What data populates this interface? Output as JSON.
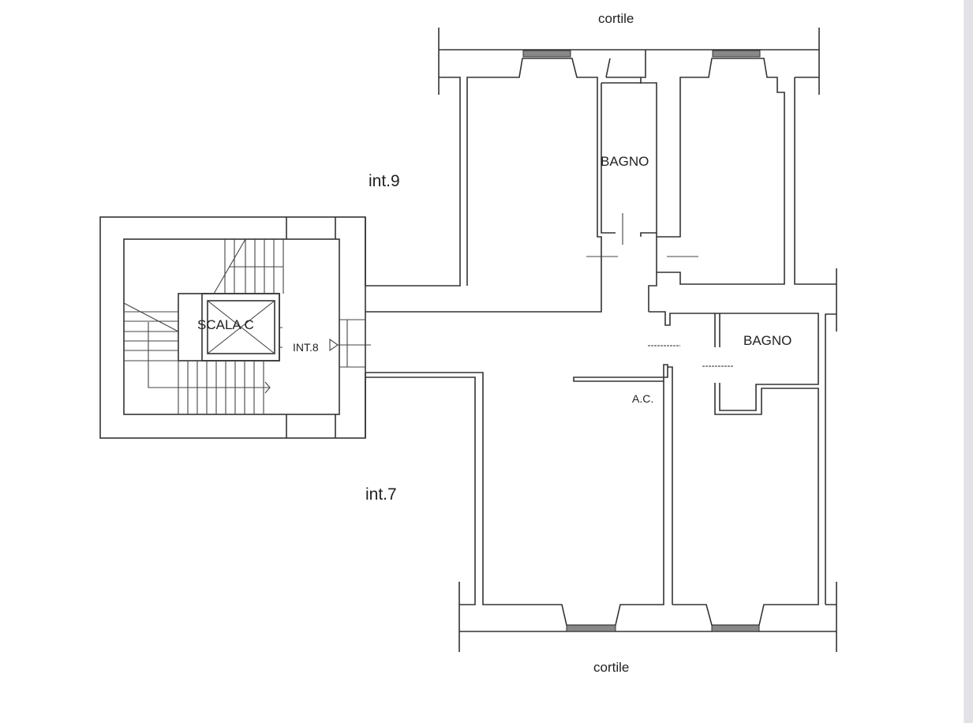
{
  "plan": {
    "labels": {
      "courtyard_top": "cortile",
      "courtyard_bottom": "cortile",
      "unit_9": "int.9",
      "unit_8": "INT.8",
      "unit_7": "int.7",
      "stair": "SCALA C",
      "bath_upper": "BAGNO",
      "bath_lower": "BAGNO",
      "ac": "A.C."
    }
  }
}
